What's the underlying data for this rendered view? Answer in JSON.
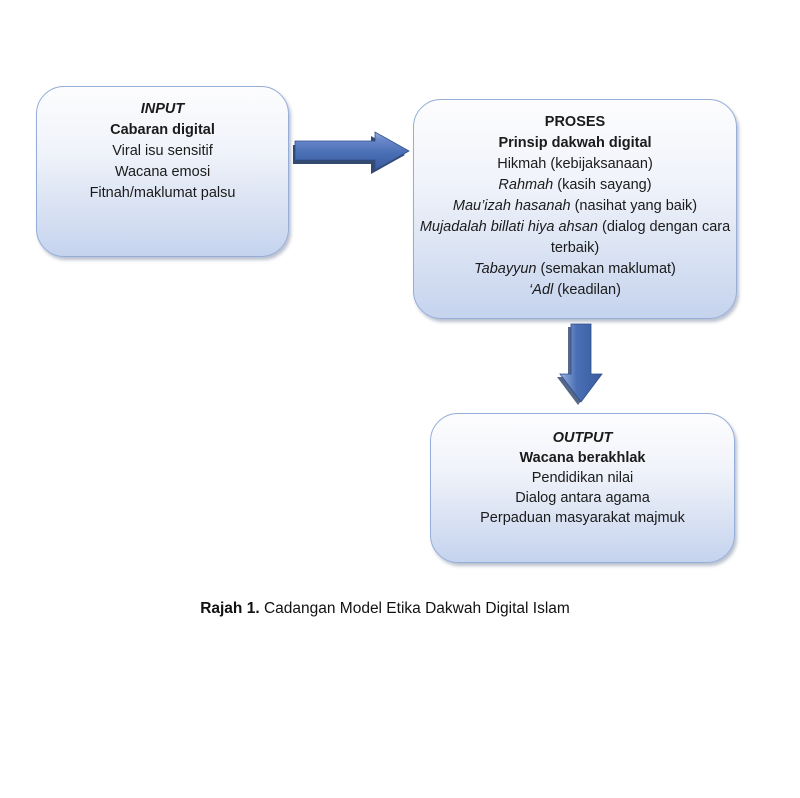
{
  "boxes": {
    "input": {
      "title": "INPUT",
      "heading": "Cabaran digital",
      "lines": [
        "Viral isu sensitif",
        "Wacana emosi",
        "Fitnah/maklumat palsu"
      ]
    },
    "proses": {
      "title": "PROSES",
      "heading": "Prinsip dakwah digital",
      "lines": [
        {
          "term": "Hikmah",
          "desc": " (kebijaksanaan)"
        },
        {
          "term": "Rahmah",
          "desc": " (kasih sayang)"
        },
        {
          "term": "Mau’izah hasanah",
          "desc": " (nasihat yang baik)"
        },
        {
          "term": "Mujadalah billati hiya ahsan",
          "desc": " (dialog dengan cara terbaik)"
        },
        {
          "term": "Tabayyun",
          "desc": " (semakan maklumat)"
        },
        {
          "term": "‘Adl",
          "desc": " (keadilan)"
        }
      ]
    },
    "output": {
      "title": "OUTPUT",
      "heading": "Wacana berakhlak",
      "lines": [
        "Pendidikan nilai",
        "Dialog antara agama",
        "Perpaduan masyarakat majmuk"
      ]
    }
  },
  "caption": {
    "label": "Rajah 1.",
    "text": " Cadangan Model Etika Dakwah Digital Islam"
  },
  "colors": {
    "box_border": "#95add9",
    "box_fill_top": "#fdfdfe",
    "box_fill_bottom": "#c5d3ee",
    "arrow_fill_light": "#9ab0e0",
    "arrow_fill_mid": "#4a6fb5",
    "arrow_fill_dark": "#3a5b9e",
    "arrow_shadow": "#1e3560",
    "text": "#1b1b1b"
  }
}
